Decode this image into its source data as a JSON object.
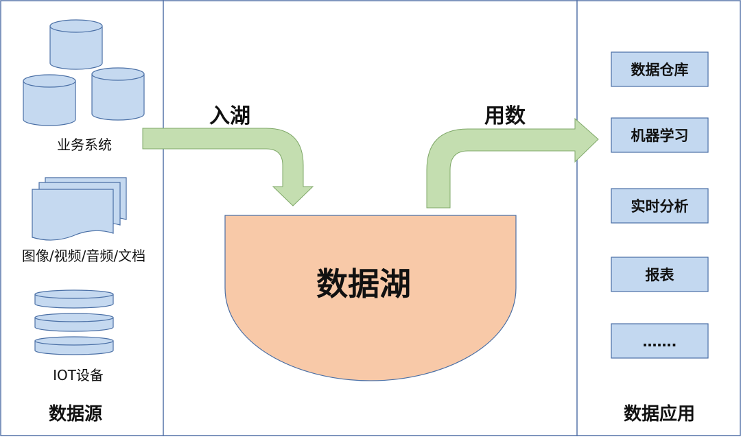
{
  "sources": {
    "title": "数据源",
    "items": [
      {
        "label": "业务系统",
        "icon": "database-cylinders-icon"
      },
      {
        "label": "图像/视频/音频/文档",
        "icon": "document-stack-icon"
      },
      {
        "label": "IOT设备",
        "icon": "disk-stack-icon"
      }
    ]
  },
  "flows": {
    "ingest_label": "入湖",
    "consume_label": "用数"
  },
  "lake": {
    "label": "数据湖"
  },
  "applications": {
    "title": "数据应用",
    "items": [
      "数据仓库",
      "机器学习",
      "实时分析",
      "报表",
      "……."
    ]
  },
  "colors": {
    "cylinder_fill": "#c5d9f0",
    "outline": "#4a6fa5",
    "arrow_fill": "#c4deb0",
    "lake_fill": "#f8c9a8",
    "app_box_fill": "#c3d8f0",
    "divider": "#5573a8"
  }
}
